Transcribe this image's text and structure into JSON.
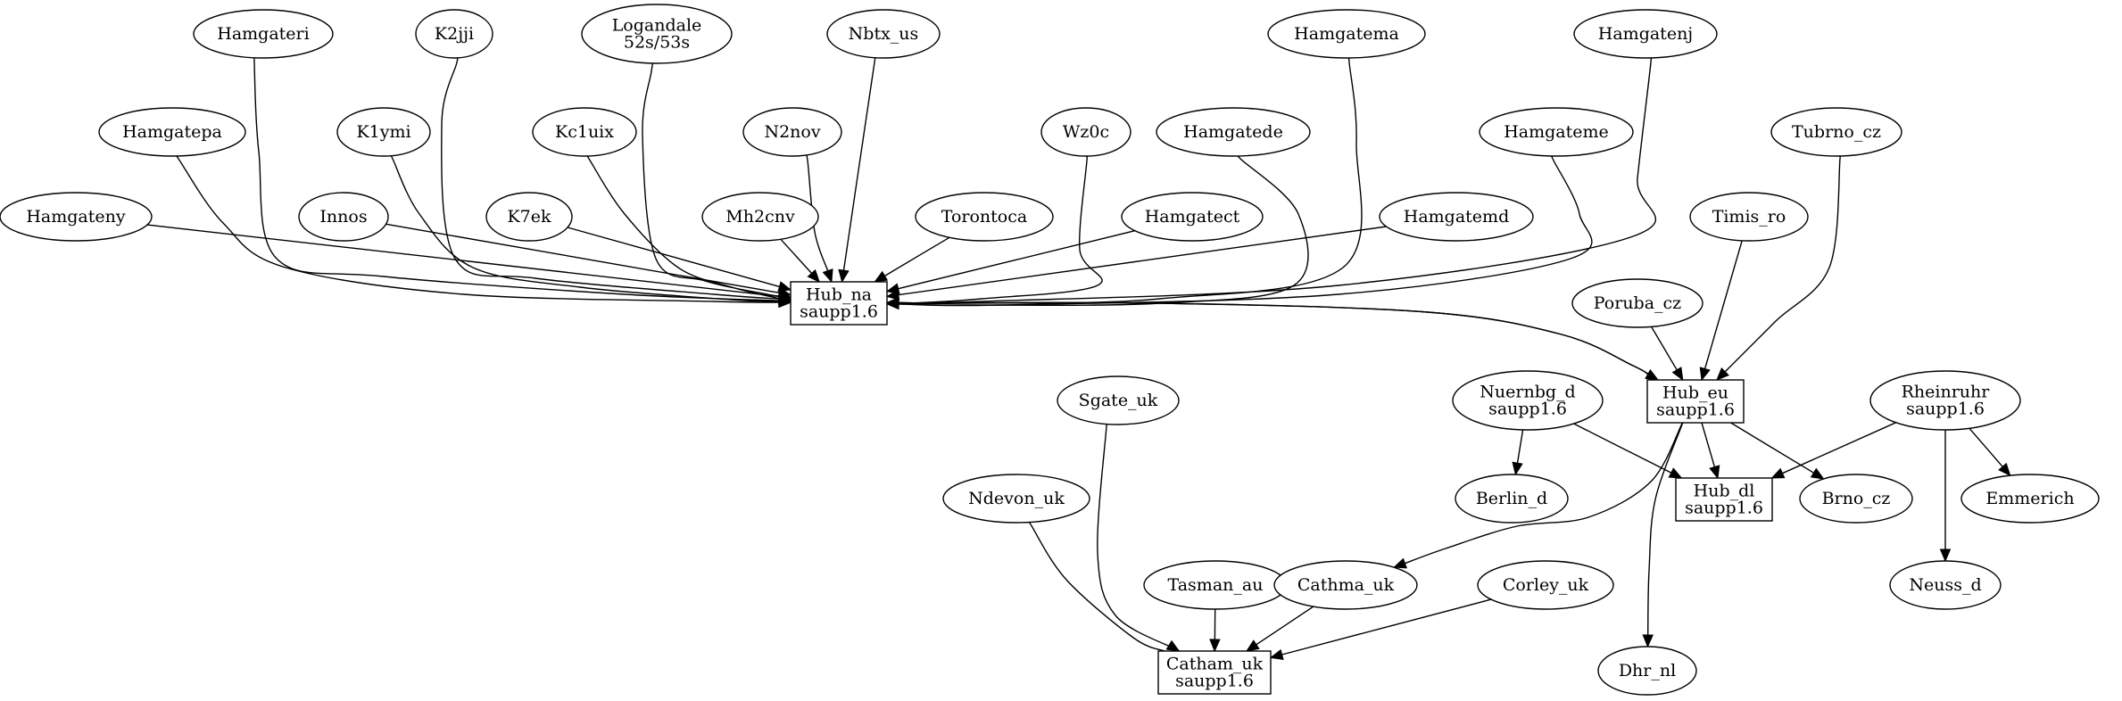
{
  "nodes": {
    "hamgateri": {
      "lines": [
        "Hamgateri"
      ],
      "shape": "ellipse"
    },
    "k2jji": {
      "lines": [
        "K2jji"
      ],
      "shape": "ellipse"
    },
    "logandale": {
      "lines": [
        "Logandale",
        "52s/53s"
      ],
      "shape": "ellipse"
    },
    "nbtx_us": {
      "lines": [
        "Nbtx_us"
      ],
      "shape": "ellipse"
    },
    "hamgatema": {
      "lines": [
        "Hamgatema"
      ],
      "shape": "ellipse"
    },
    "hamgatenj": {
      "lines": [
        "Hamgatenj"
      ],
      "shape": "ellipse"
    },
    "hamgatepa": {
      "lines": [
        "Hamgatepa"
      ],
      "shape": "ellipse"
    },
    "k1ymi": {
      "lines": [
        "K1ymi"
      ],
      "shape": "ellipse"
    },
    "kc1uix": {
      "lines": [
        "Kc1uix"
      ],
      "shape": "ellipse"
    },
    "n2nov": {
      "lines": [
        "N2nov"
      ],
      "shape": "ellipse"
    },
    "wz0c": {
      "lines": [
        "Wz0c"
      ],
      "shape": "ellipse"
    },
    "hamgatede": {
      "lines": [
        "Hamgatede"
      ],
      "shape": "ellipse"
    },
    "hamgateme": {
      "lines": [
        "Hamgateme"
      ],
      "shape": "ellipse"
    },
    "tubrno_cz": {
      "lines": [
        "Tubrno_cz"
      ],
      "shape": "ellipse"
    },
    "hamgateny": {
      "lines": [
        "Hamgateny"
      ],
      "shape": "ellipse"
    },
    "innos": {
      "lines": [
        "Innos"
      ],
      "shape": "ellipse"
    },
    "k7ek": {
      "lines": [
        "K7ek"
      ],
      "shape": "ellipse"
    },
    "mh2cnv": {
      "lines": [
        "Mh2cnv"
      ],
      "shape": "ellipse"
    },
    "torontoca": {
      "lines": [
        "Torontoca"
      ],
      "shape": "ellipse"
    },
    "hamgatect": {
      "lines": [
        "Hamgatect"
      ],
      "shape": "ellipse"
    },
    "hamgatemd": {
      "lines": [
        "Hamgatemd"
      ],
      "shape": "ellipse"
    },
    "timis_ro": {
      "lines": [
        "Timis_ro"
      ],
      "shape": "ellipse"
    },
    "hub_na": {
      "lines": [
        "Hub_na",
        "saupp1.6"
      ],
      "shape": "box"
    },
    "poruba_cz": {
      "lines": [
        "Poruba_cz"
      ],
      "shape": "ellipse"
    },
    "hub_eu": {
      "lines": [
        "Hub_eu",
        "saupp1.6"
      ],
      "shape": "box"
    },
    "nuernbg_d": {
      "lines": [
        "Nuernbg_d",
        "saupp1.6"
      ],
      "shape": "ellipse"
    },
    "rheinruhr": {
      "lines": [
        "Rheinruhr",
        "saupp1.6"
      ],
      "shape": "ellipse"
    },
    "sgate_uk": {
      "lines": [
        "Sgate_uk"
      ],
      "shape": "ellipse"
    },
    "ndevon_uk": {
      "lines": [
        "Ndevon_uk"
      ],
      "shape": "ellipse"
    },
    "berlin_d": {
      "lines": [
        "Berlin_d"
      ],
      "shape": "ellipse"
    },
    "hub_dl": {
      "lines": [
        "Hub_dl",
        "saupp1.6"
      ],
      "shape": "box"
    },
    "brno_cz": {
      "lines": [
        "Brno_cz"
      ],
      "shape": "ellipse"
    },
    "emmerich": {
      "lines": [
        "Emmerich"
      ],
      "shape": "ellipse"
    },
    "tasman_au": {
      "lines": [
        "Tasman_au"
      ],
      "shape": "ellipse"
    },
    "cathma_uk": {
      "lines": [
        "Cathma_uk"
      ],
      "shape": "ellipse"
    },
    "corley_uk": {
      "lines": [
        "Corley_uk"
      ],
      "shape": "ellipse"
    },
    "neuss_d": {
      "lines": [
        "Neuss_d"
      ],
      "shape": "ellipse"
    },
    "catham_uk": {
      "lines": [
        "Catham_uk",
        "saupp1.6"
      ],
      "shape": "box"
    },
    "dhr_nl": {
      "lines": [
        "Dhr_nl"
      ],
      "shape": "ellipse"
    }
  },
  "edges": [
    {
      "from": "hamgateri",
      "to": "hub_na"
    },
    {
      "from": "k2jji",
      "to": "hub_na"
    },
    {
      "from": "logandale",
      "to": "hub_na"
    },
    {
      "from": "nbtx_us",
      "to": "hub_na"
    },
    {
      "from": "hamgatema",
      "to": "hub_na"
    },
    {
      "from": "hamgatenj",
      "to": "hub_na"
    },
    {
      "from": "hamgatepa",
      "to": "hub_na"
    },
    {
      "from": "k1ymi",
      "to": "hub_na"
    },
    {
      "from": "kc1uix",
      "to": "hub_na"
    },
    {
      "from": "n2nov",
      "to": "hub_na"
    },
    {
      "from": "wz0c",
      "to": "hub_na"
    },
    {
      "from": "hamgatede",
      "to": "hub_na"
    },
    {
      "from": "hamgateme",
      "to": "hub_na"
    },
    {
      "from": "hamgateny",
      "to": "hub_na"
    },
    {
      "from": "innos",
      "to": "hub_na"
    },
    {
      "from": "k7ek",
      "to": "hub_na"
    },
    {
      "from": "mh2cnv",
      "to": "hub_na"
    },
    {
      "from": "torontoca",
      "to": "hub_na"
    },
    {
      "from": "hamgatect",
      "to": "hub_na"
    },
    {
      "from": "hamgatemd",
      "to": "hub_na"
    },
    {
      "from": "hub_na",
      "to": "hub_eu"
    },
    {
      "from": "hub_eu",
      "to": "hub_na"
    },
    {
      "from": "tubrno_cz",
      "to": "hub_eu"
    },
    {
      "from": "timis_ro",
      "to": "hub_eu"
    },
    {
      "from": "poruba_cz",
      "to": "hub_eu"
    },
    {
      "from": "hub_eu",
      "to": "hub_dl"
    },
    {
      "from": "hub_eu",
      "to": "brno_cz"
    },
    {
      "from": "hub_eu",
      "to": "cathma_uk"
    },
    {
      "from": "hub_eu",
      "to": "dhr_nl"
    },
    {
      "from": "nuernbg_d",
      "to": "berlin_d"
    },
    {
      "from": "nuernbg_d",
      "to": "hub_dl"
    },
    {
      "from": "rheinruhr",
      "to": "hub_dl"
    },
    {
      "from": "rheinruhr",
      "to": "emmerich"
    },
    {
      "from": "rheinruhr",
      "to": "neuss_d"
    },
    {
      "from": "sgate_uk",
      "to": "catham_uk"
    },
    {
      "from": "ndevon_uk",
      "to": "catham_uk"
    },
    {
      "from": "tasman_au",
      "to": "catham_uk"
    },
    {
      "from": "cathma_uk",
      "to": "catham_uk"
    },
    {
      "from": "corley_uk",
      "to": "catham_uk"
    }
  ]
}
